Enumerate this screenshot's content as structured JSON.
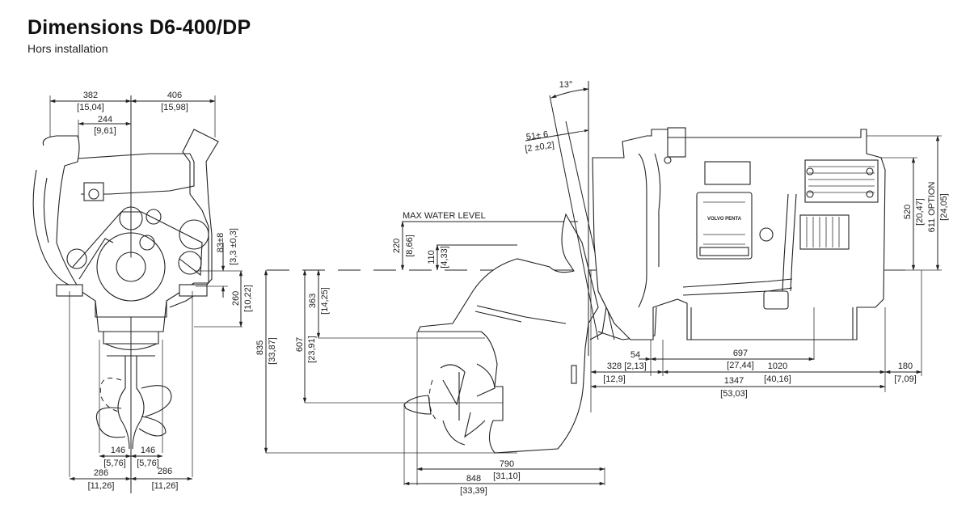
{
  "header": {
    "title": "Dimensions D6-400/DP",
    "subtitle": "Hors installation"
  },
  "front_view": {
    "width_left": {
      "mm": "382",
      "in": "[15,04]"
    },
    "width_right": {
      "mm": "406",
      "in": "[15,98]"
    },
    "offset_left": {
      "mm": "244",
      "in": "[9,61]"
    },
    "mount_height": {
      "mm": "83±8",
      "in": "[3,3 ±0,3]"
    },
    "crank_to_mount": {
      "mm": "260",
      "in": "[10,22]"
    },
    "prop_half_left": {
      "mm": "146",
      "in": "[5,76]"
    },
    "prop_half_right": {
      "mm": "146",
      "in": "[5,76]"
    },
    "drive_half_left": {
      "mm": "286",
      "in": "[11,26]"
    },
    "drive_half_right": {
      "mm": "286",
      "in": "[11,26]"
    }
  },
  "side_view": {
    "tilt_angle": "13°",
    "transom_offset": {
      "mm": "51± 6",
      "in": "[2 ±0,2]"
    },
    "max_water_level_label": "MAX WATER LEVEL",
    "water_level": {
      "mm": "220",
      "in": "[8,66]"
    },
    "water_level_min": {
      "mm": "110",
      "in": "[4,33]"
    },
    "depth_to_cavitation": {
      "mm": "363",
      "in": "[14,25]"
    },
    "depth_to_prop_center": {
      "mm": "607",
      "in": "[23,91]"
    },
    "depth_total": {
      "mm": "835",
      "in": "[33,87]"
    },
    "engine_height": {
      "mm": "520",
      "in": "[20,47]"
    },
    "engine_height_option": {
      "mm": "611 OPTION",
      "in": "[24,05]"
    },
    "transom_to_engine": {
      "mm": "54",
      "in": "[2,13]"
    },
    "engine_mount_span": {
      "mm": "697",
      "in": "[27,44]"
    },
    "drive_length": {
      "mm": "328",
      "in": "[12,9]"
    },
    "engine_length": {
      "mm": "1020",
      "in": "[40,16]"
    },
    "overall_length": {
      "mm": "1347",
      "in": "[53,03]"
    },
    "rear_clearance": {
      "mm": "180",
      "in": "[7,09]"
    },
    "prop_reach": {
      "mm": "790",
      "in": "[31,10]"
    },
    "drive_reach": {
      "mm": "848",
      "in": "[33,39]"
    },
    "brand_plate": "VOLVO PENTA"
  }
}
